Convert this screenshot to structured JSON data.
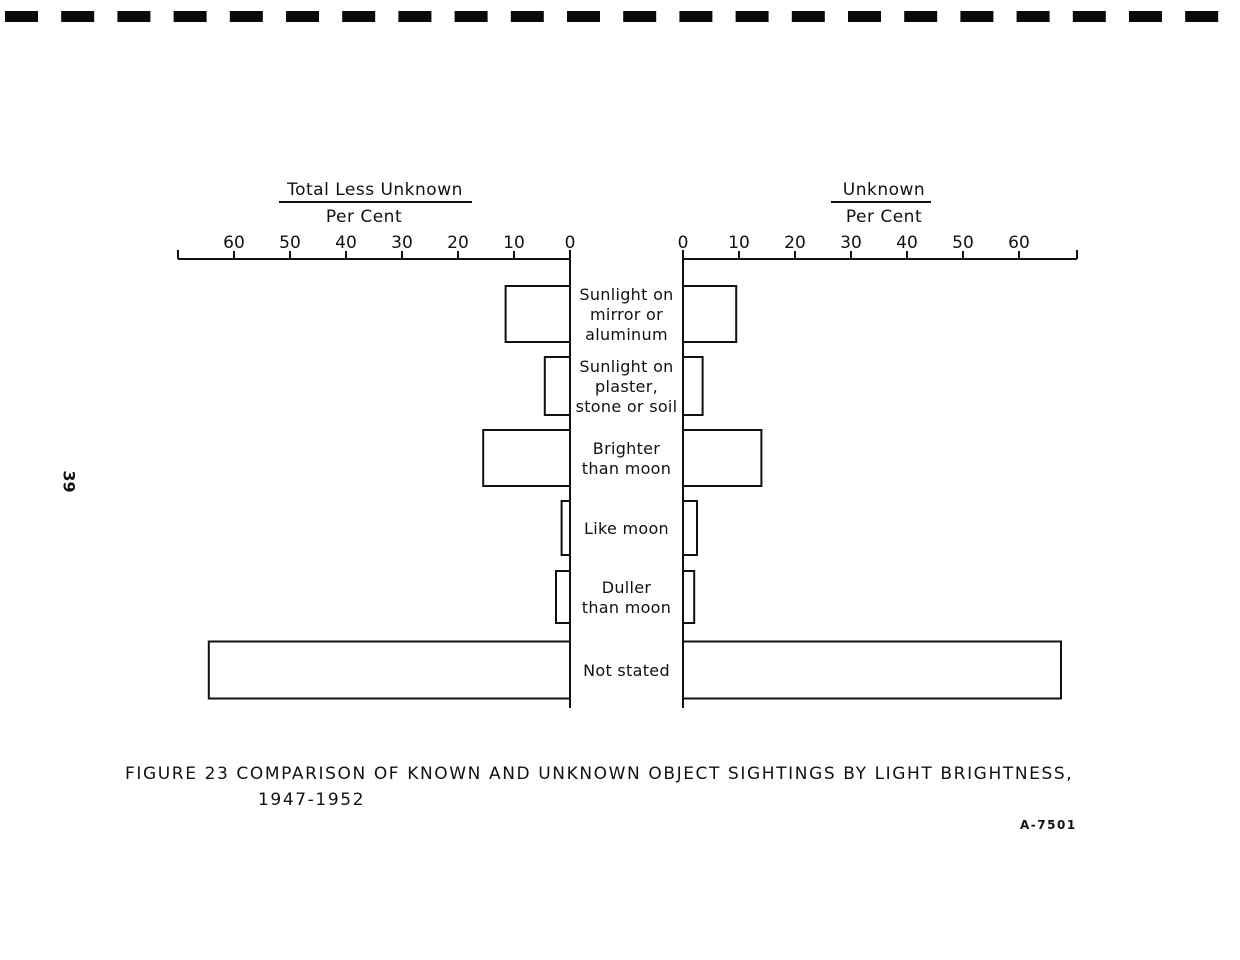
{
  "page_number": "39",
  "reference_code": "A-7501",
  "figure_caption_line1": "FIGURE 23  COMPARISON OF KNOWN AND UNKNOWN OBJECT SIGHTINGS BY LIGHT BRIGHTNESS,",
  "figure_caption_line2": "1947-1952",
  "chart_data": {
    "type": "bar",
    "orientation": "horizontal-back-to-back",
    "categories": [
      [
        "Sunlight on",
        "mirror or",
        "aluminum"
      ],
      [
        "Sunlight on",
        "plaster,",
        "stone or soil"
      ],
      [
        "Brighter",
        "than moon"
      ],
      [
        "Like moon"
      ],
      [
        "Duller",
        "than moon"
      ],
      [
        "Not stated"
      ]
    ],
    "series": [
      {
        "name": "Total Less Unknown",
        "axis_label": "Per Cent",
        "side": "left",
        "values": [
          11.5,
          4.5,
          15.5,
          1.5,
          2.5,
          64.5
        ]
      },
      {
        "name": "Unknown",
        "axis_label": "Per Cent",
        "side": "right",
        "values": [
          9.5,
          3.5,
          14,
          2.5,
          2,
          67.5
        ]
      }
    ],
    "x_ticks": [
      0,
      10,
      20,
      30,
      40,
      50,
      60
    ],
    "xlim": [
      0,
      70
    ],
    "grid": false
  }
}
